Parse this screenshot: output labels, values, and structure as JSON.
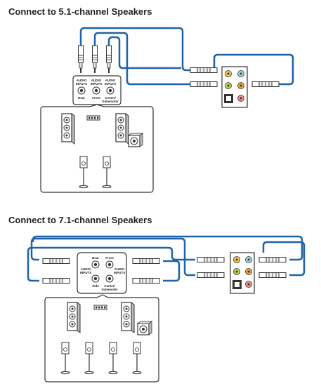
{
  "sections": {
    "s51": {
      "title": "Connect to 5.1-channel Speakers",
      "inputs": [
        {
          "line1": "AUDIO",
          "line2": "INPUTS",
          "name": "Rear"
        },
        {
          "line1": "AUDIO",
          "line2": "INPUTS",
          "name": "Front"
        },
        {
          "line1": "AUDIO",
          "line2": "INPUTS",
          "name": "Center/",
          "name2": "Subwoofer"
        }
      ]
    },
    "s71": {
      "title": "Connect to 7.1-channel Speakers",
      "labels": {
        "rear": "Rear",
        "front": "Front",
        "side": "Side",
        "center": "Center/",
        "sub": "Subwoofer",
        "ai1": "AUDIO",
        "ai2": "INPUTS"
      }
    }
  },
  "colors": {
    "cable": "#1f62a8",
    "jack_lime": "#b9d443",
    "jack_blue": "#9fd3e6",
    "jack_orange": "#f0a23a",
    "jack_pink": "#ee8f8f",
    "jack_black": "#333333",
    "jack_grey": "#cfcfcf"
  }
}
